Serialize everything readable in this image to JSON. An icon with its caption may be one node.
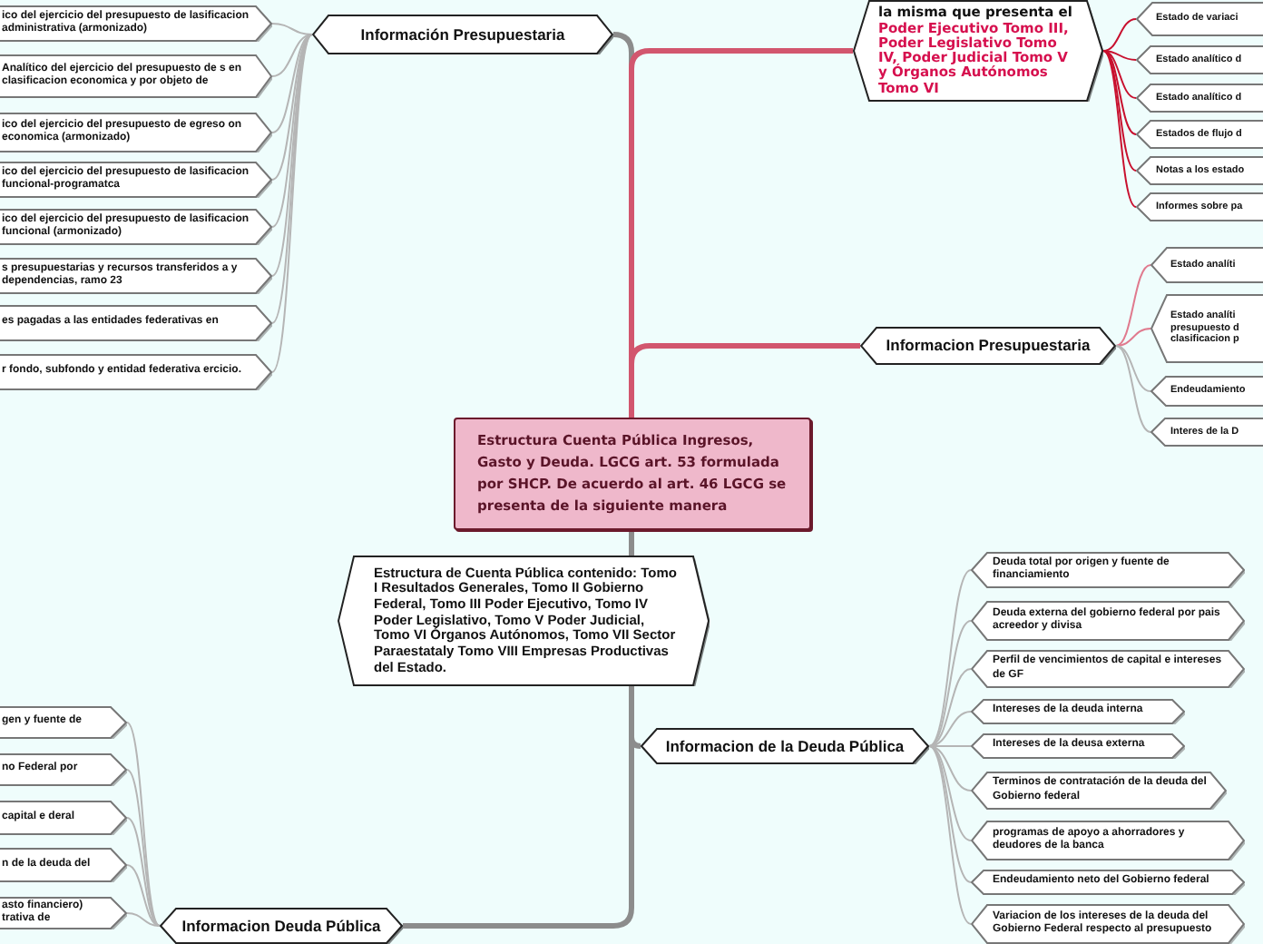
{
  "diagram": {
    "nodes": [
      {
        "text": [
          "Información Presupuestaria"
        ]
      },
      {
        "text": [
          "ico del ejercicio del presupuesto de lasificacion administrativa (armonizado)"
        ]
      },
      {
        "text": [
          "Analítico del ejercicio del presupuesto de s en clasificacion economica y por objeto de"
        ]
      },
      {
        "text": [
          "ico del ejercicio del presupuesto de egreso on economica (armonizado)"
        ]
      },
      {
        "text": [
          "ico del ejercicio del presupuesto de lasificacion funcional-programatca"
        ]
      },
      {
        "text": [
          "ico del ejercicio del presupuesto de lasificacion funcional (armonizado)"
        ]
      },
      {
        "text": [
          "s presupuestarias y recursos transferidos a y dependencias, ramo 23"
        ]
      },
      {
        "text": [
          "es pagadas a las entidades federativas en"
        ]
      },
      {
        "text": [
          "r fondo, subfondo y entidad federativa ercicio."
        ]
      },
      {
        "text": [
          "la misma que presenta el",
          "Poder Ejecutivo Tomo III, Poder Legislativo Tomo IV, Poder Judicial Tomo V y Órganos Autónomos Tomo VI"
        ]
      },
      {
        "text": [
          "Estado de variaci"
        ]
      },
      {
        "text": [
          "Estado analítico d"
        ]
      },
      {
        "text": [
          "Estado analítico d"
        ]
      },
      {
        "text": [
          "Estados de flujo d"
        ]
      },
      {
        "text": [
          "Notas a los estado"
        ]
      },
      {
        "text": [
          "Informes sobre pa"
        ]
      },
      {
        "text": [
          "Informacion Presupuestaria"
        ]
      },
      {
        "text": [
          "Estado analíti"
        ]
      },
      {
        "text": [
          "Estado analíti presupuesto d clasificacion p"
        ]
      },
      {
        "text": [
          "Endeudamiento"
        ]
      },
      {
        "text": [
          "Interes de la D"
        ]
      },
      {
        "text": [
          "Estructura Cuenta Pública Ingresos, Gasto y Deuda. LGCG art. 53 formulada por SHCP. De acuerdo al art. 46 LGCG se presenta de la siguiente manera"
        ]
      },
      {
        "text": [
          "Estructura de Cuenta Pública contenido: Tomo I Resultados Generales, Tomo II Gobierno Federal, Tomo III Poder Ejecutivo, Tomo IV Poder Legislativo, Tomo V Poder Judicial, Tomo VI Órganos Autónomos, Tomo VII Sector Paraestataly Tomo VIII Empresas Productivas del Estado."
        ]
      },
      {
        "text": [
          "Informacion de la Deuda Pública"
        ]
      },
      {
        "text": [
          "Deuda total por origen y fuente de financiamiento"
        ]
      },
      {
        "text": [
          "Deuda externa del gobierno federal por pais acreedor y divisa"
        ]
      },
      {
        "text": [
          "Perfil de vencimientos de capital e intereses de GF"
        ]
      },
      {
        "text": [
          "Intereses de la deuda interna"
        ]
      },
      {
        "text": [
          "Intereses de la deusa externa"
        ]
      },
      {
        "text": [
          "Terminos de contratación de la deuda del Gobierno federal"
        ]
      },
      {
        "text": [
          "programas de apoyo a ahorradores y deudores de la banca"
        ]
      },
      {
        "text": [
          "Endeudamiento neto del Gobierno federal"
        ]
      },
      {
        "text": [
          "Variacion de los intereses de la deuda del Gobierno Federal respecto al presupuesto"
        ]
      },
      {
        "text": [
          "Informacion Deuda Pública"
        ]
      },
      {
        "text": [
          "gen y fuente de"
        ]
      },
      {
        "text": [
          "no Federal por"
        ]
      },
      {
        "text": [
          "capital e deral"
        ]
      },
      {
        "text": [
          "n de la deuda del"
        ]
      },
      {
        "text": [
          "asto financiero) trativa de"
        ]
      }
    ],
    "edges": [
      {
        "from": 21,
        "to": 0,
        "arrow": "none",
        "style": "thick"
      },
      {
        "from": 0,
        "to": 1,
        "arrow": "none"
      },
      {
        "from": 0,
        "to": 2,
        "arrow": "none"
      },
      {
        "from": 0,
        "to": 3,
        "arrow": "none"
      },
      {
        "from": 0,
        "to": 4,
        "arrow": "none"
      },
      {
        "from": 0,
        "to": 5,
        "arrow": "none"
      },
      {
        "from": 0,
        "to": 6,
        "arrow": "none"
      },
      {
        "from": 0,
        "to": 7,
        "arrow": "none"
      },
      {
        "from": 0,
        "to": 8,
        "arrow": "none"
      },
      {
        "from": 21,
        "to": 9,
        "arrow": "none",
        "style": "thick",
        "color": "#d2566e"
      },
      {
        "from": 9,
        "to": 10,
        "arrow": "none",
        "color": "#c8102e"
      },
      {
        "from": 9,
        "to": 11,
        "arrow": "none",
        "color": "#c8102e"
      },
      {
        "from": 9,
        "to": 12,
        "arrow": "none",
        "color": "#c8102e"
      },
      {
        "from": 9,
        "to": 13,
        "arrow": "none",
        "color": "#c8102e"
      },
      {
        "from": 9,
        "to": 14,
        "arrow": "none",
        "color": "#c8102e"
      },
      {
        "from": 9,
        "to": 15,
        "arrow": "none",
        "color": "#c8102e"
      },
      {
        "from": 21,
        "to": 16,
        "arrow": "none",
        "style": "thick",
        "color": "#d2566e"
      },
      {
        "from": 16,
        "to": 17,
        "arrow": "none",
        "color": "#e07a8e"
      },
      {
        "from": 16,
        "to": 18,
        "arrow": "none",
        "color": "#e07a8e"
      },
      {
        "from": 16,
        "to": 19,
        "arrow": "none"
      },
      {
        "from": 16,
        "to": 20,
        "arrow": "none"
      },
      {
        "from": 21,
        "to": 22,
        "arrow": "none",
        "style": "thick"
      },
      {
        "from": 22,
        "to": 23,
        "arrow": "none",
        "style": "thick"
      },
      {
        "from": 23,
        "to": 24,
        "arrow": "none"
      },
      {
        "from": 23,
        "to": 25,
        "arrow": "none"
      },
      {
        "from": 23,
        "to": 26,
        "arrow": "none"
      },
      {
        "from": 23,
        "to": 27,
        "arrow": "none"
      },
      {
        "from": 23,
        "to": 28,
        "arrow": "none"
      },
      {
        "from": 23,
        "to": 29,
        "arrow": "none"
      },
      {
        "from": 23,
        "to": 30,
        "arrow": "none"
      },
      {
        "from": 23,
        "to": 31,
        "arrow": "none"
      },
      {
        "from": 23,
        "to": 32,
        "arrow": "none"
      },
      {
        "from": 22,
        "to": 33,
        "arrow": "none",
        "style": "thick"
      },
      {
        "from": 33,
        "to": 34,
        "arrow": "none"
      },
      {
        "from": 33,
        "to": 35,
        "arrow": "none"
      },
      {
        "from": 33,
        "to": 36,
        "arrow": "none"
      },
      {
        "from": 33,
        "to": 37,
        "arrow": "none"
      },
      {
        "from": 33,
        "to": 38,
        "arrow": "none"
      }
    ]
  }
}
